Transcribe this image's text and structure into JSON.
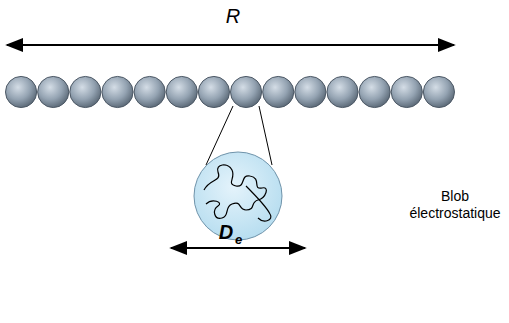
{
  "diagram": {
    "labels": [
      "R",
      "D",
      "e",
      "Blob électrostatique"
    ]
  }
}
